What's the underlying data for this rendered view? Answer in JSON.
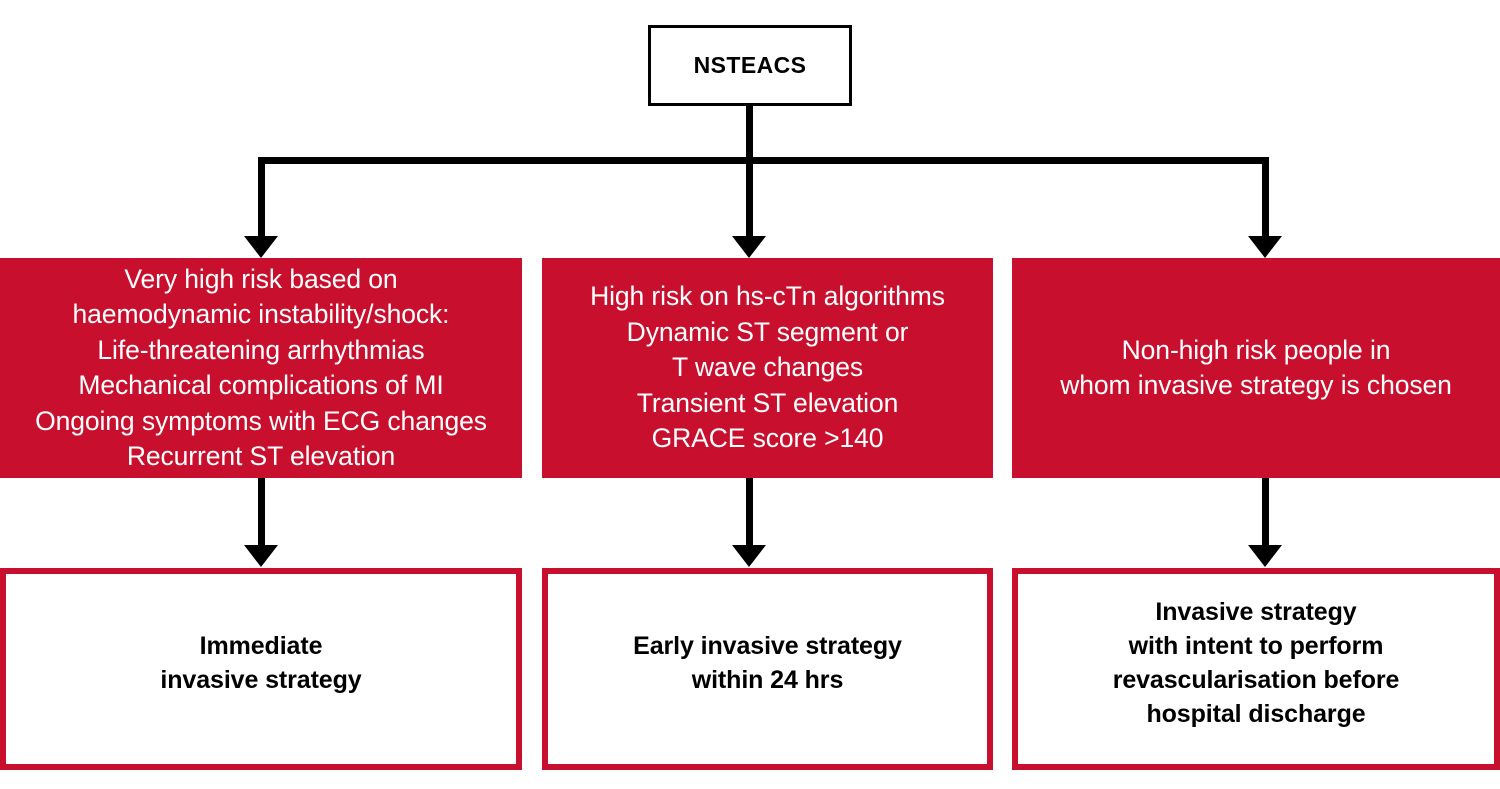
{
  "diagram": {
    "title": "NSTEACS invasive strategy risk stratification flowchart",
    "colors": {
      "accent_red": "#C8102E",
      "line_black": "#000000",
      "box_white": "#FFFFFF"
    },
    "root": {
      "label": "NSTEACS"
    },
    "risk_boxes": [
      {
        "id": "very-high-risk",
        "text": "Very high risk based on\nhaemodynamic instability/shock:\nLife-threatening arrhythmias\nMechanical complications of MI\nOngoing symptoms with ECG changes\nRecurrent ST elevation",
        "lines": [
          "Very high risk based on",
          "haemodynamic instability/shock:",
          "Life-threatening arrhythmias",
          "Mechanical complications of MI",
          "Ongoing symptoms with ECG changes",
          "Recurrent ST elevation"
        ]
      },
      {
        "id": "high-risk",
        "text": "High risk on hs-cTn algorithms\nDynamic ST segment or\nT wave changes\nTransient ST elevation\nGRACE score >140",
        "lines": [
          "High risk on hs-cTn algorithms",
          "Dynamic ST segment or",
          "T wave changes",
          "Transient ST elevation",
          "GRACE score >140"
        ]
      },
      {
        "id": "non-high-risk",
        "text": "Non-high risk people in\nwhom invasive strategy is chosen",
        "lines": [
          "Non-high risk people in",
          "whom invasive strategy is chosen"
        ]
      }
    ],
    "outcome_boxes": [
      {
        "id": "immediate-invasive",
        "text": "Immediate\ninvasive strategy",
        "lines": [
          "Immediate",
          "invasive strategy"
        ]
      },
      {
        "id": "early-invasive",
        "text": "Early invasive strategy\nwithin 24 hrs",
        "lines": [
          "Early invasive strategy",
          "within 24 hrs"
        ]
      },
      {
        "id": "invasive-before-discharge",
        "text": "Invasive strategy\nwith intent to perform\nrevascularisation before\nhospital discharge",
        "lines": [
          "Invasive strategy",
          "with intent to perform",
          "revascularisation before",
          "hospital discharge"
        ]
      }
    ],
    "connectors": {
      "root_stem": "vertical-line-from-root",
      "split_bar": "horizontal-branch-bar",
      "branch_left": "arrow-to-very-high-risk",
      "branch_center": "arrow-to-high-risk",
      "branch_right": "arrow-to-non-high-risk",
      "tier_left": "arrow-to-immediate-invasive",
      "tier_center": "arrow-to-early-invasive",
      "tier_right": "arrow-to-invasive-before-discharge"
    }
  }
}
